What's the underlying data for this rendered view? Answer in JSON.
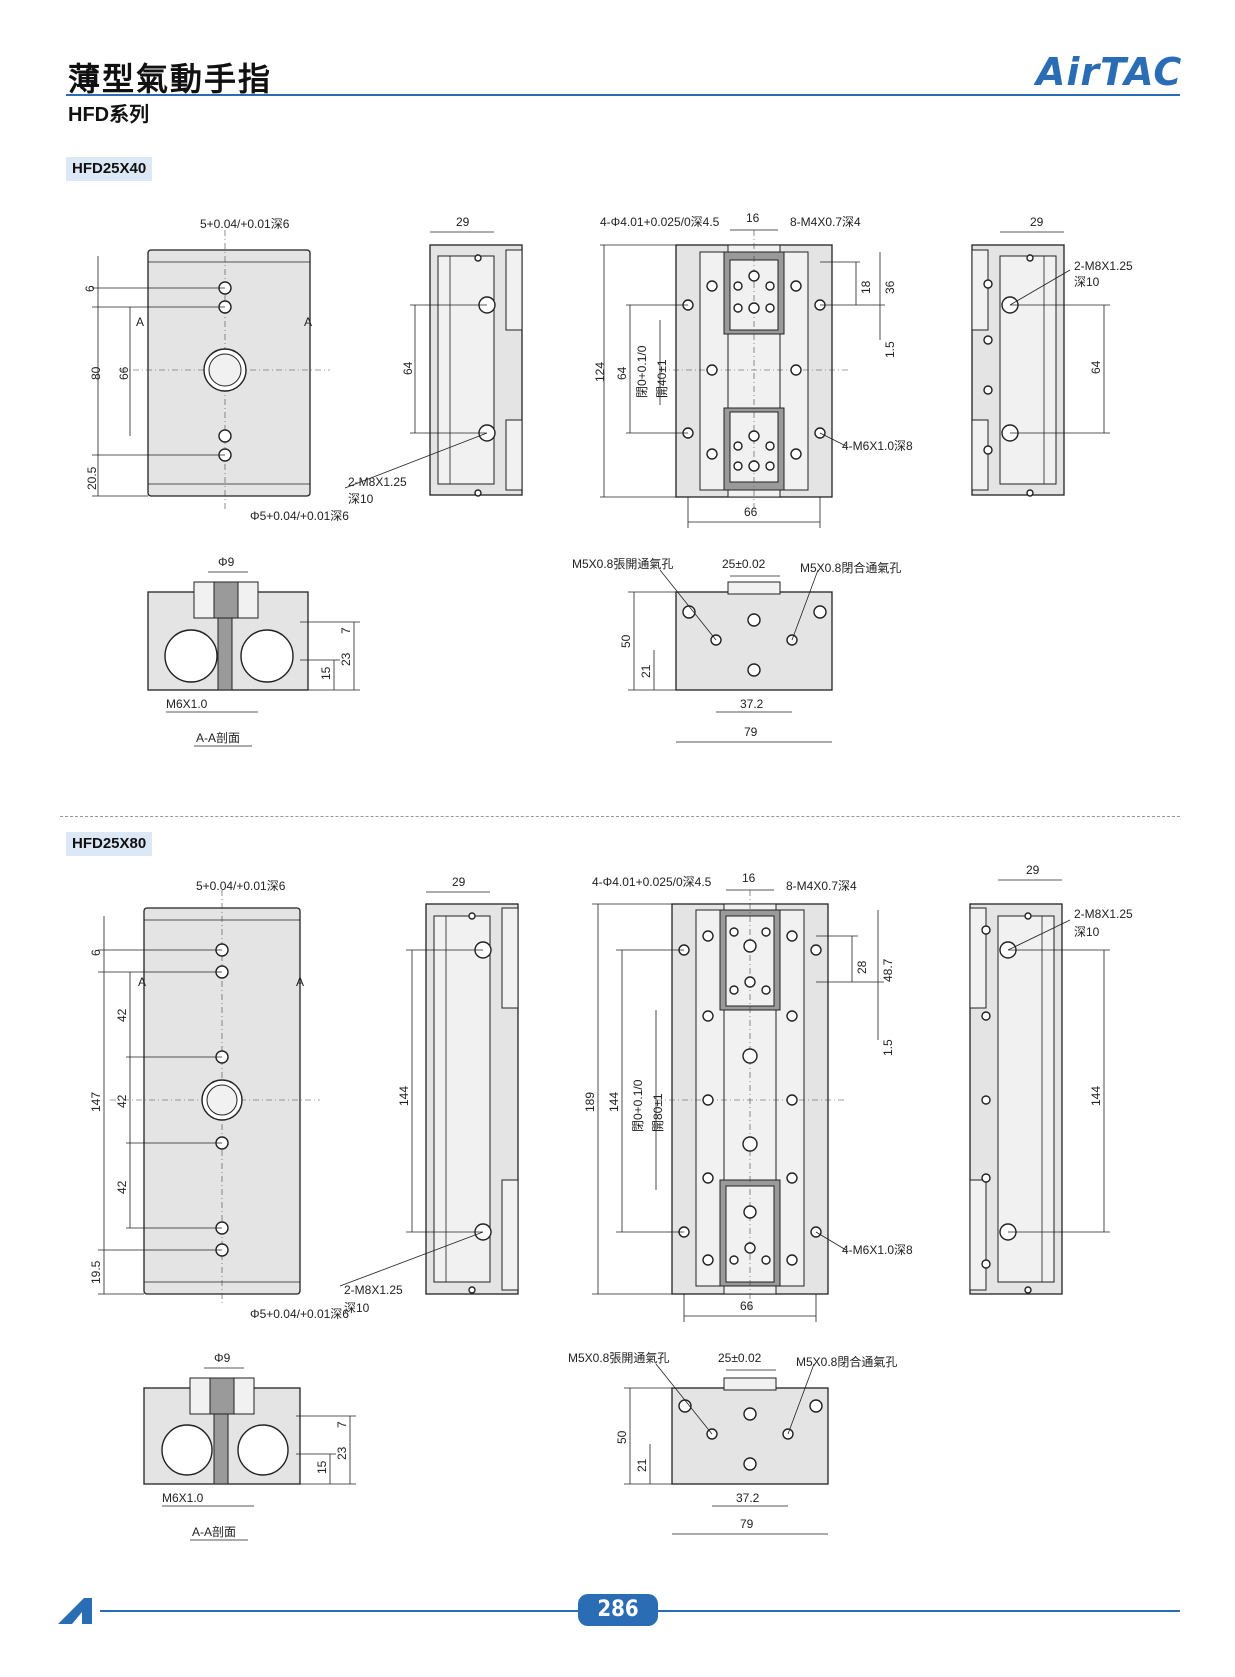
{
  "header": {
    "title": "薄型氣動手指",
    "subtitle": "HFD系列",
    "logo": "AirTAC",
    "accent_color": "#2a6db5"
  },
  "sections": [
    {
      "model": "HFD25X40",
      "front": {
        "top_hole": "5+0.04/+0.01深6",
        "bot_hole": "Φ5+0.04/+0.01深6",
        "dims": [
          "6",
          "80",
          "66",
          "20.5"
        ],
        "section_mark": "A"
      },
      "side1": {
        "width": "29",
        "height": "64",
        "thread": "2-M8X1.25",
        "depth": "深10"
      },
      "top": {
        "pins": "4-Φ4.01+0.025/0深4.5",
        "width_small": "16",
        "threads": "8-M4X0.7深4",
        "dims": [
          "18",
          "36",
          "1.5",
          "124",
          "64"
        ],
        "stroke_close": "閉0+0.1/0",
        "stroke_open": "開40±1",
        "side_thread": "4-M6X1.0深8",
        "bottom": "66"
      },
      "side2": {
        "width": "29",
        "thread": "2-M8X1.25",
        "depth": "深10",
        "height": "64"
      },
      "section": {
        "dia": "Φ9",
        "dims": [
          "7",
          "15",
          "23"
        ],
        "thread": "M6X1.0",
        "label": "A-A剖面"
      },
      "end": {
        "port_open": "M5X0.8張開通氣孔",
        "slot": "25±0.02",
        "port_close": "M5X0.8閉合通氣孔",
        "dims": [
          "50",
          "21",
          "37.2",
          "79"
        ]
      }
    },
    {
      "model": "HFD25X80",
      "front": {
        "top_hole": "5+0.04/+0.01深6",
        "bot_hole": "Φ5+0.04/+0.01深6",
        "dims": [
          "6",
          "42",
          "42",
          "42",
          "147",
          "19.5"
        ],
        "section_mark": "A"
      },
      "side1": {
        "width": "29",
        "height": "144",
        "thread": "2-M8X1.25",
        "depth": "深10"
      },
      "top": {
        "pins": "4-Φ4.01+0.025/0深4.5",
        "width_small": "16",
        "threads": "8-M4X0.7深4",
        "dims": [
          "28",
          "48.7",
          "1.5",
          "189",
          "144"
        ],
        "stroke_close": "閉0+0.1/0",
        "stroke_open": "開80±1",
        "side_thread": "4-M6X1.0深8",
        "bottom": "66"
      },
      "side2": {
        "width": "29",
        "thread": "2-M8X1.25",
        "depth": "深10",
        "height": "144"
      },
      "section": {
        "dia": "Φ9",
        "dims": [
          "7",
          "15",
          "23"
        ],
        "thread": "M6X1.0",
        "label": "A-A剖面"
      },
      "end": {
        "port_open": "M5X0.8張開通氣孔",
        "slot": "25±0.02",
        "port_close": "M5X0.8閉合通氣孔",
        "dims": [
          "50",
          "21",
          "37.2",
          "79"
        ]
      }
    }
  ],
  "footer": {
    "page": "286"
  }
}
